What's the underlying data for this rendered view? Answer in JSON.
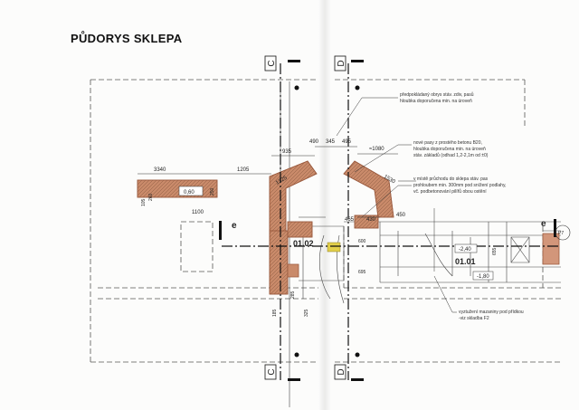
{
  "title": "PŮDORYS SKLEPA",
  "section_marks": {
    "c_top": "C",
    "d_top": "D",
    "c_bottom": "C",
    "d_bottom": "D",
    "e_left": "e",
    "e_right": "e"
  },
  "rooms": {
    "r0102": "01.02",
    "r0101": "01.01"
  },
  "dimensions": {
    "d3340": "3340",
    "d1205": "1205",
    "d935": "935",
    "d490": "490",
    "d345": "345",
    "d495": "495",
    "d1080": "≈1080",
    "d1325": "1325",
    "d1530": "1530",
    "d1100": "1100",
    "d465": "465",
    "d430": "430",
    "d450": "450",
    "d600": "600",
    "d655": "655",
    "d695": "695",
    "d260": "260",
    "d250": "250",
    "d185": "185",
    "d105": "105",
    "d285": "285",
    "d325": "325"
  },
  "levels": {
    "l060": "0,60",
    "l240": "-2,40",
    "l180": "-1,80"
  },
  "notes": {
    "n1": [
      "předpokládaný obrys stáv. zdiv, pasů",
      "hloubka doporučena min. na úroveň"
    ],
    "n2": [
      "nové pasy z prostého betonu B20,",
      "hloubka doporučena min. na úroveň",
      "stáv. základů (odhad 1,2-2,1m od ±0)"
    ],
    "n3": [
      "v místě průchodu do sklepa stáv. pas",
      "prohloubem min. 300mm pod snížení podlahy,",
      "vč. podbetonování pilířů obou ostění"
    ],
    "n4": [
      "vyztužení mazaniny pod přídkou",
      "-viz skladba F2"
    ]
  },
  "edge_marker": "P7",
  "colors": {
    "wall": "#c98a6a",
    "wall_edge": "#9a5a3e",
    "line": "#3a3a3a",
    "yellow": "#e2cf4a"
  }
}
